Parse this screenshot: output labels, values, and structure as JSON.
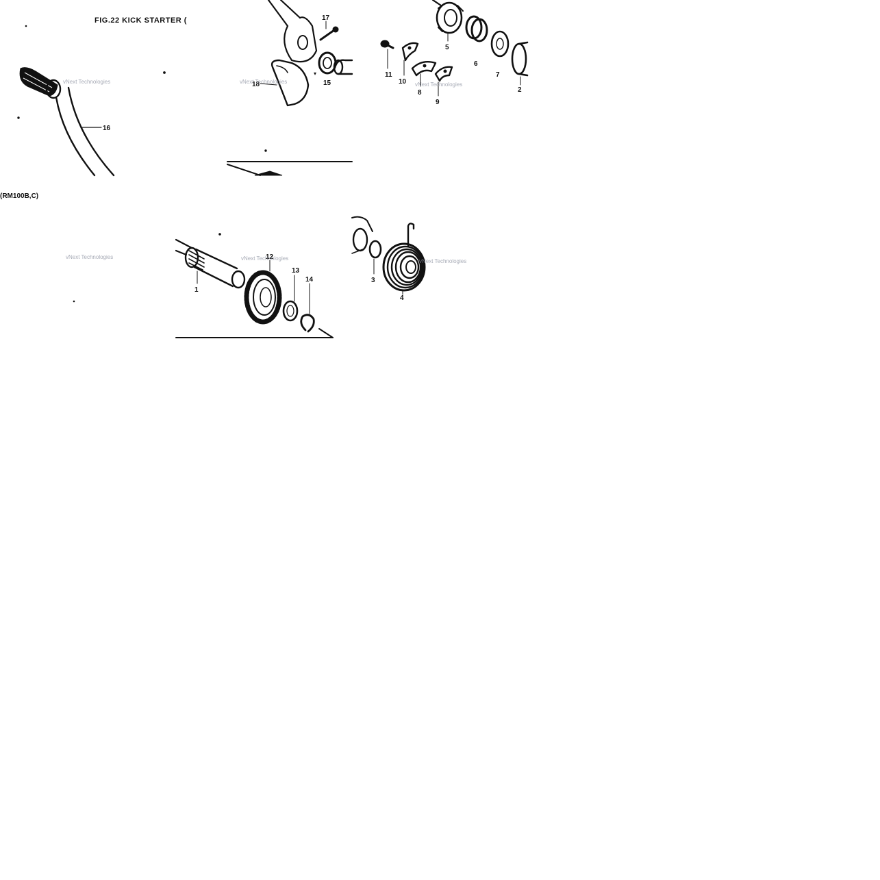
{
  "figure": {
    "title": "FIG.22  KICK STARTER (",
    "model": "(RM100B,C)"
  },
  "callouts": [
    "1",
    "2",
    "3",
    "4",
    "5",
    "6",
    "7",
    "8",
    "9",
    "10",
    "11",
    "12",
    "13",
    "14",
    "15",
    "16",
    "17",
    "18"
  ],
  "watermark": "vNext Technologies",
  "colors": {
    "ink": "#111111",
    "paper": "#ffffff",
    "watermark": "#8a8f9e"
  }
}
